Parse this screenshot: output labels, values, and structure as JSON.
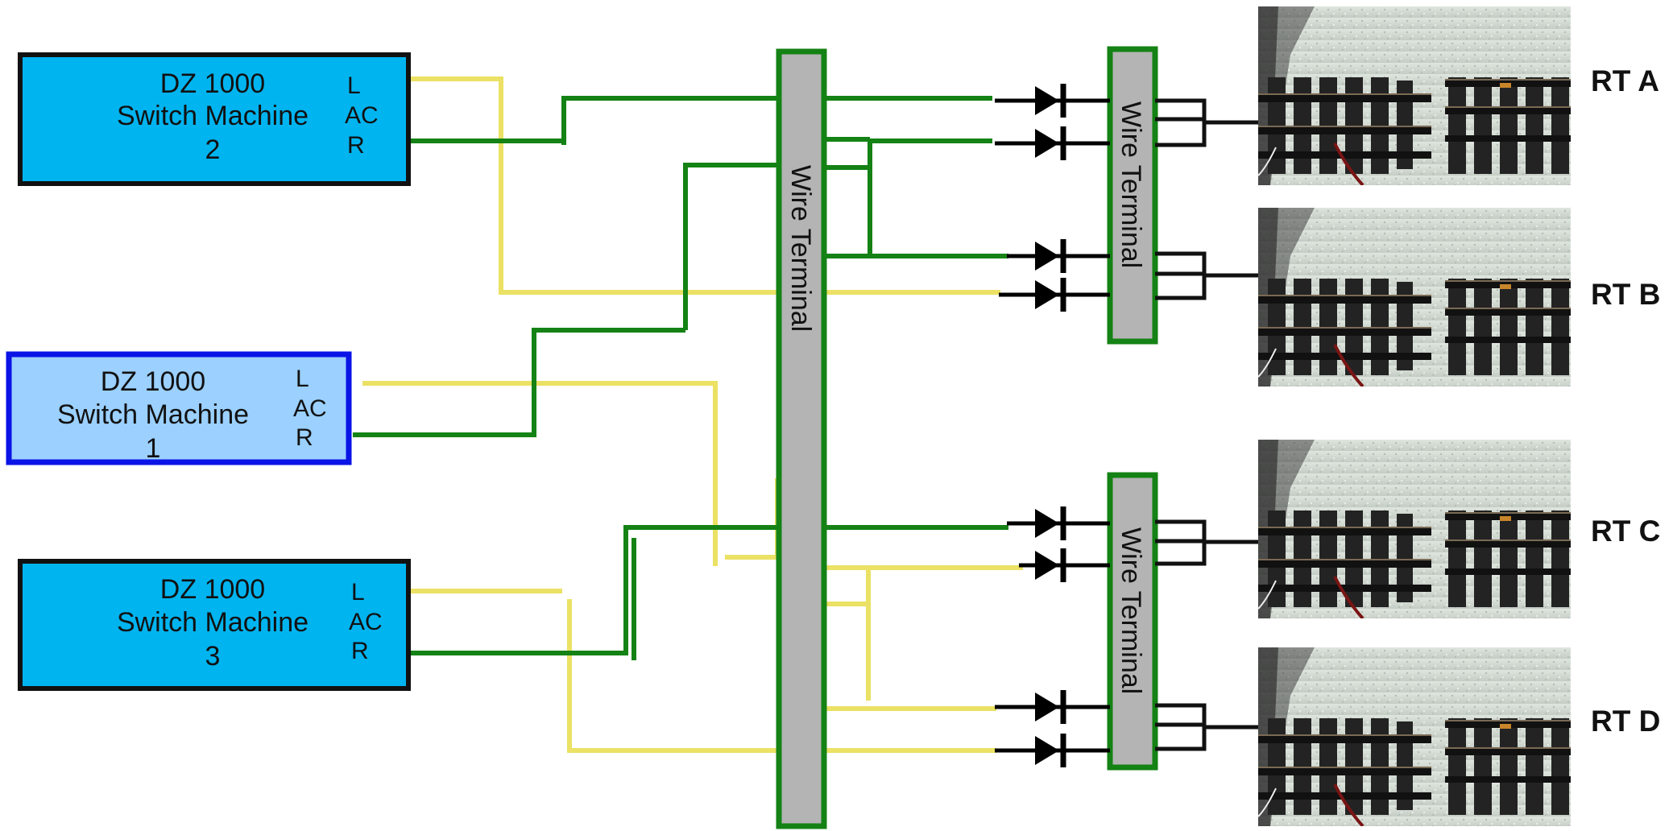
{
  "colors": {
    "green_wire": "#148214",
    "yellow_wire": "#ebe164",
    "machine_fill": "#00b4f0",
    "machine_selected_fill": "#9bd0ff",
    "machine_selected_border": "#0a14e6",
    "terminal_fill": "#b4b4b4",
    "terminal_border": "#148214",
    "diode": "#000000"
  },
  "switch_machines": [
    {
      "id": "sm2",
      "line1": "DZ 1000",
      "line2": "Switch Machine",
      "line3": "2",
      "pin_l": "L",
      "pin_ac": "AC",
      "pin_r": "R",
      "selected": false
    },
    {
      "id": "sm1",
      "line1": "DZ 1000",
      "line2": "Switch Machine",
      "line3": "1",
      "pin_l": "L",
      "pin_ac": "AC",
      "pin_r": "R",
      "selected": true
    },
    {
      "id": "sm3",
      "line1": "DZ 1000",
      "line2": "Switch Machine",
      "line3": "3",
      "pin_l": "L",
      "pin_ac": "AC",
      "pin_r": "R",
      "selected": false
    }
  ],
  "terminals": {
    "main": "Wire Terminal",
    "top_right": "Wire Terminal",
    "bottom_right": "Wire Terminal"
  },
  "turnouts": [
    {
      "label": "RT A",
      "icon": "track-photo"
    },
    {
      "label": "RT B",
      "icon": "track-photo"
    },
    {
      "label": "RT C",
      "icon": "track-photo"
    },
    {
      "label": "RT D",
      "icon": "track-photo"
    }
  ]
}
